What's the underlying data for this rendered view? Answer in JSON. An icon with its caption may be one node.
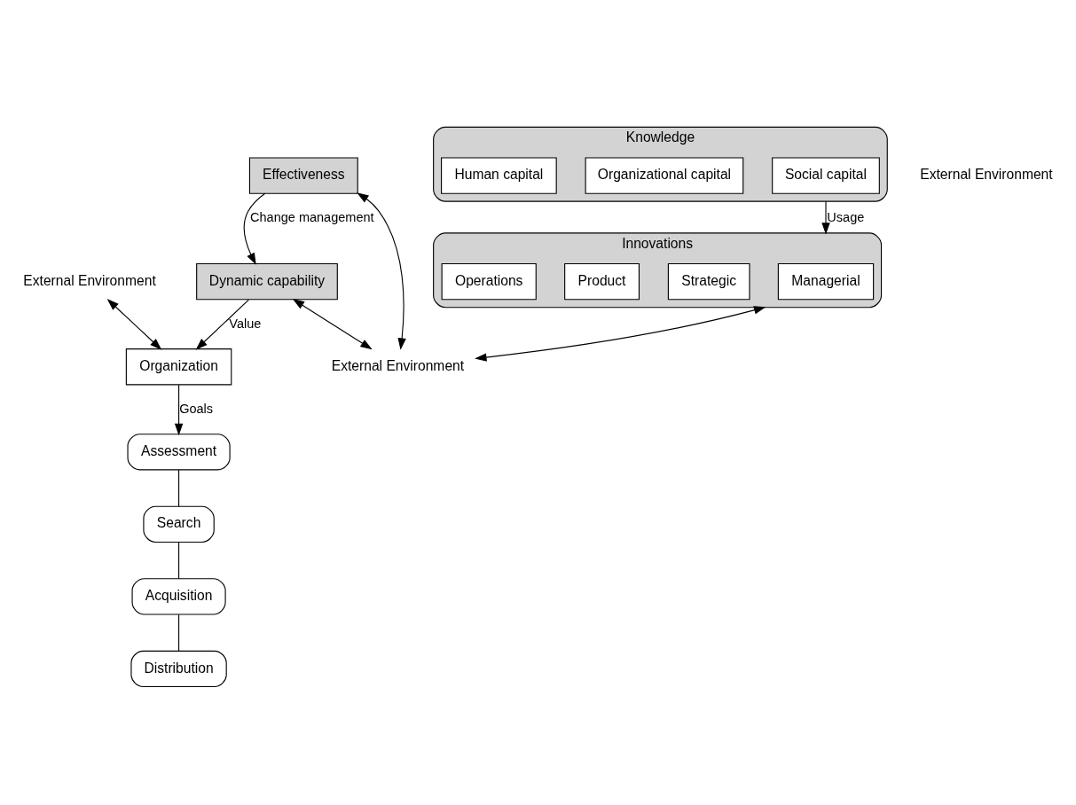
{
  "diagram": {
    "nodes": [
      {
        "text": [
          "External Environment"
        ]
      },
      {
        "text": [
          "Organization"
        ]
      },
      {
        "text": [
          "Assessment"
        ]
      },
      {
        "text": [
          "Search"
        ]
      },
      {
        "text": [
          "Acquisition"
        ]
      },
      {
        "text": [
          "Distribution"
        ]
      },
      {
        "text": [
          "Knowledge"
        ]
      },
      {
        "text": [
          "Social capital"
        ],
        "in": 6
      },
      {
        "text": [
          "Organizational capital"
        ],
        "in": 6
      },
      {
        "text": [
          "Human capital"
        ],
        "in": 6
      },
      {
        "text": [
          "Dynamic capability"
        ]
      },
      {
        "text": [
          "Innovations"
        ]
      },
      {
        "text": [
          "Managerial"
        ],
        "in": 11
      },
      {
        "text": [
          "Strategic"
        ],
        "in": 11
      },
      {
        "text": [
          "Product"
        ],
        "in": 11
      },
      {
        "text": [
          "Operations"
        ],
        "in": 11
      },
      {
        "text": [
          "Effectiveness"
        ]
      },
      {
        "text": [
          "External Environment"
        ]
      },
      {
        "text": [
          "External Environment"
        ]
      }
    ],
    "edges": [
      {
        "from": 0,
        "to": 1,
        "arrow": "both"
      },
      {
        "from": 1,
        "to": 2,
        "arrow": "to",
        "label": "Goals"
      },
      {
        "from": 10,
        "to": 1,
        "arrow": "to",
        "label": "Value"
      },
      {
        "from": 2,
        "to": 3,
        "arrow": "none"
      },
      {
        "from": 3,
        "to": 4,
        "arrow": "none"
      },
      {
        "from": 4,
        "to": 5,
        "arrow": "none"
      },
      {
        "from": 6,
        "to": 11,
        "arrow": "to",
        "label": "Usage"
      },
      {
        "from": 16,
        "to": 10,
        "arrow": "to",
        "label": "Change management"
      },
      {
        "from": 10,
        "to": 18,
        "arrow": "both"
      },
      {
        "from": 11,
        "to": 18,
        "arrow": "both"
      },
      {
        "from": 16,
        "to": 18,
        "arrow": "both"
      }
    ]
  }
}
